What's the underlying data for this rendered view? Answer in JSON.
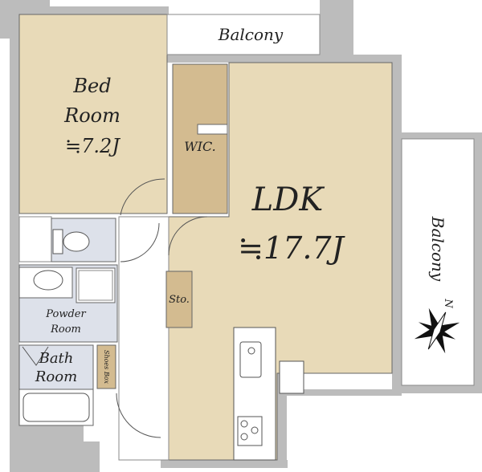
{
  "rooms": {
    "bedroom": {
      "name_line1": "Bed",
      "name_line2": "Room",
      "area": "≒7.2J"
    },
    "wic": {
      "name": "WIC."
    },
    "balcony_top": {
      "name": "Balcony"
    },
    "balcony_right": {
      "name": "Balcony"
    },
    "ldk": {
      "name": "LDK",
      "area": "≒17.7J"
    },
    "storage": {
      "name": "Sto."
    },
    "powder_room": {
      "name_line1": "Powder",
      "name_line2": "Room"
    },
    "bath_room": {
      "name_line1": "Bath",
      "name_line2": "Room"
    },
    "shoes_box": {
      "name": "Shoes Box"
    }
  },
  "compass": {
    "label": "N"
  },
  "colors": {
    "wall": "#bcbcbc",
    "living": "#e8dab8",
    "storage": "#d3bb90",
    "wet": "#dde1ea"
  }
}
